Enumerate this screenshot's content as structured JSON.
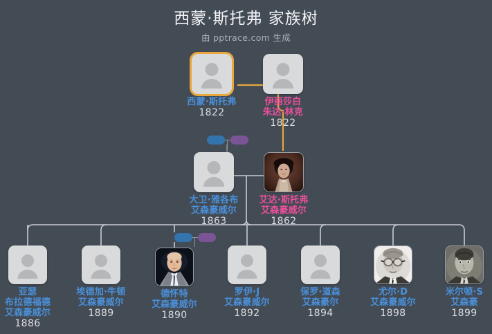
{
  "header": {
    "title": "西蒙·斯托弗 家族树",
    "subtitle": "由 pptrace.com 生成"
  },
  "colors": {
    "background": "#434b55",
    "male_name": "#4a90d9",
    "female_name": "#ec4f9c",
    "year": "#dcdee0",
    "highlight_border": "#e8a63c",
    "highlight_link": "#e8a63c",
    "link": "#c9ccd1",
    "pill_blue": "#3374ad",
    "pill_purple": "#7b5495"
  },
  "generations": [
    {
      "name": "generation-1",
      "people": [
        {
          "id": "simon-stouffer",
          "name": "西蒙·斯托弗",
          "year": "1822",
          "gender": "male",
          "highlighted": true,
          "avatar": "placeholder-avatar-icon"
        },
        {
          "id": "elizabeth-juda-link",
          "name": "伊丽莎白\n朱达·林克",
          "year": "1822",
          "gender": "female",
          "highlighted": false,
          "avatar": "placeholder-avatar-icon"
        }
      ]
    },
    {
      "name": "generation-2",
      "people": [
        {
          "id": "david-jacob-eisenhower",
          "name": "大卫·雅各布\n艾森豪威尔",
          "year": "1863",
          "gender": "male",
          "highlighted": false,
          "avatar": "placeholder-avatar-icon"
        },
        {
          "id": "ida-stouffer-eisenhower",
          "name": "艾达·斯托弗\n艾森豪威尔",
          "year": "1862",
          "gender": "female",
          "highlighted": false,
          "avatar": "portrait-photo"
        }
      ]
    },
    {
      "name": "generation-3",
      "people": [
        {
          "id": "arthur-bradford-eisenhower",
          "name": "亚瑟\n布拉德福德\n艾森豪威尔",
          "year": "1886",
          "gender": "male",
          "highlighted": false,
          "avatar": "placeholder-avatar-icon"
        },
        {
          "id": "edgar-newton-eisenhower",
          "name": "埃德加·牛顿\n艾森豪威尔",
          "year": "1889",
          "gender": "male",
          "highlighted": false,
          "avatar": "placeholder-avatar-icon"
        },
        {
          "id": "dwight-eisenhower",
          "name": "德怀特\n艾森豪威尔",
          "year": "1890",
          "gender": "male",
          "highlighted": false,
          "avatar": "portrait-photo"
        },
        {
          "id": "roy-j-eisenhower",
          "name": "罗伊·J\n艾森豪威尔",
          "year": "1892",
          "gender": "male",
          "highlighted": false,
          "avatar": "placeholder-avatar-icon"
        },
        {
          "id": "paul-dawson-eisenhower",
          "name": "保罗·道森\n艾森豪尔",
          "year": "1894",
          "gender": "male",
          "highlighted": false,
          "avatar": "placeholder-avatar-icon"
        },
        {
          "id": "earl-d-eisenhower",
          "name": "尤尔·D\n艾森豪威尔",
          "year": "1898",
          "gender": "male",
          "highlighted": false,
          "avatar": "portrait-photo"
        },
        {
          "id": "milton-s-eisenhower",
          "name": "米尔顿·S\n艾森豪",
          "year": "1899",
          "gender": "male",
          "highlighted": false,
          "avatar": "portrait-photo"
        }
      ]
    }
  ],
  "marriage_markers": [
    {
      "id": "marriage-marker-1",
      "blue": "spouse-male-chip",
      "purple": "spouse-female-chip"
    },
    {
      "id": "marriage-marker-2",
      "blue": "spouse-male-chip",
      "purple": "spouse-female-chip"
    }
  ]
}
